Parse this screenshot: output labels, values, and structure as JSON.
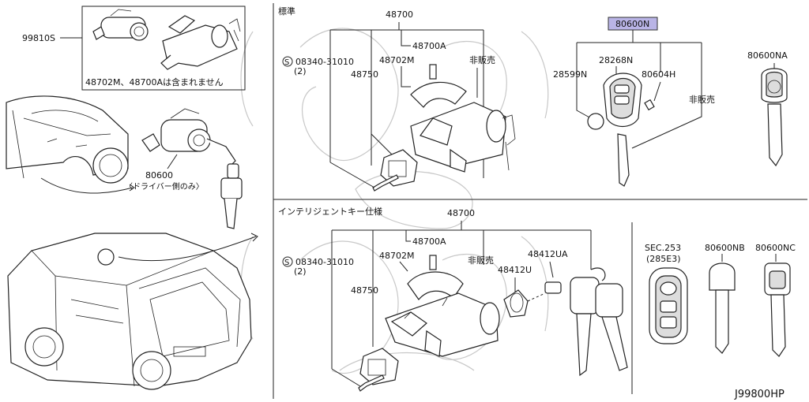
{
  "sections": {
    "standard_title": "標準",
    "intelligent_title": "インテリジェントキー仕様"
  },
  "labels": {
    "p99810S": "99810S",
    "inset_note": "48702M、48700Aは含まれません",
    "p80600": "80600",
    "driver_only": "〈ドライバー側のみ〉",
    "std_48700": "48700",
    "std_48700A": "48700A",
    "std_48702M": "48702M",
    "std_48750": "48750",
    "std_screw": "08340-31010",
    "std_screw_qty": "(2)",
    "std_not_sold": "非販売",
    "p80600N": "80600N",
    "p28268N": "28268N",
    "p28599N": "28599N",
    "p80604H": "80604H",
    "key_not_sold": "非販売",
    "p80600NA": "80600NA",
    "ik_48700": "48700",
    "ik_48700A": "48700A",
    "ik_48702M": "48702M",
    "ik_48750": "48750",
    "ik_screw": "08340-31010",
    "ik_screw_qty": "(2)",
    "ik_not_sold": "非販売",
    "p48412UA": "48412UA",
    "p48412U": "48412U",
    "sec_ref": "SEC.253",
    "sec_ref_sub": "(285E3)",
    "p80600NB": "80600NB",
    "p80600NC": "80600NC",
    "diagram_id": "J99800HP"
  },
  "colors": {
    "highlight": "#b9b4e6",
    "line": "#222222",
    "watermark": "#c8c8c8"
  }
}
